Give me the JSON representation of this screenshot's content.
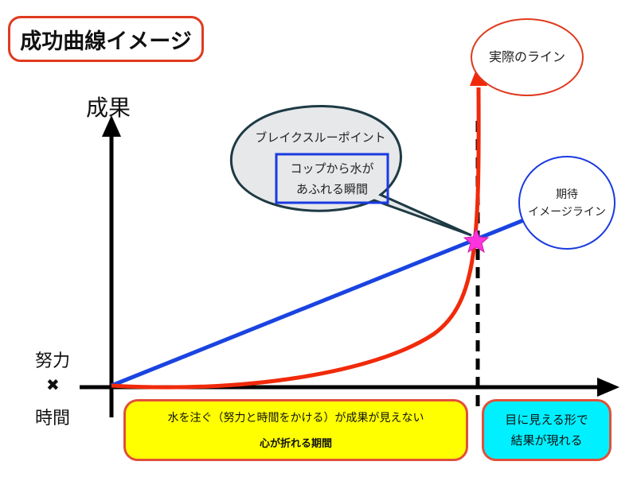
{
  "title": "成功曲線イメージ",
  "axes": {
    "y_label": "成果",
    "x_label_top": "努力",
    "x_label_mid": "✖",
    "x_label_bottom": "時間"
  },
  "bubble": {
    "heading": "ブレイクスルーポイント",
    "box_line1": "コップから水が",
    "box_line2": "あふれる瞬間"
  },
  "actual_line_label": "実際のライン",
  "expected_line_label": {
    "line1": "期待",
    "line2": "イメージライン"
  },
  "period_box": {
    "line1": "水を注ぐ（努力と時間をかける）が成果が見えない",
    "line2": "心が折れる期間"
  },
  "result_box": {
    "line1": "目に見える形で",
    "line2": "結果が現れる"
  },
  "colors": {
    "actual": "#f02a0a",
    "expected": "#1a44e0",
    "star": "#ff33dd",
    "yellow": "#ffff00",
    "cyan": "#00f0ff"
  }
}
